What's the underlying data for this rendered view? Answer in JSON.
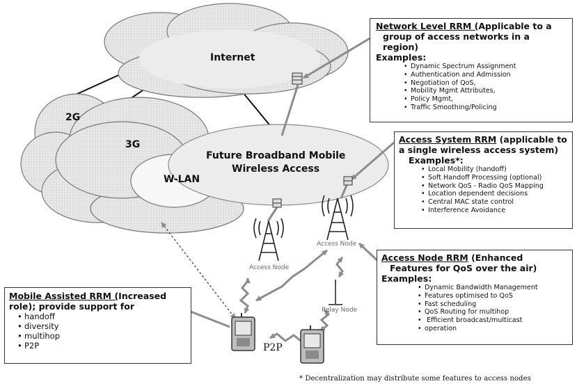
{
  "clouds": {
    "internet": "Internet",
    "g2": "2G",
    "g3": "3G",
    "wlan": "W-LAN",
    "future_line1": "Future Broadband Mobile",
    "future_line2": "Wireless Access"
  },
  "network_box": {
    "title_u": "Network Level RRM (",
    "title_rest": "Applicable to a",
    "title_line2": "group of access networks in a region)",
    "examples_label": "Examples:",
    "items": [
      "Dynamic Spectrum Assignment",
      "Authentication and Admission",
      "Negotiation of QoS,",
      "Mobility Mgmt Attributes,",
      "Policy Mgmt,",
      "Traffic Smoothing/Policing"
    ]
  },
  "access_system_box": {
    "title_u": "Access System RRM",
    "title_rest": " (applicable to",
    "title_line2": "a single wireless access system)",
    "examples_label": "Examples*:",
    "items": [
      "Local Mobility (handoff)",
      "Soft Handoff Processing (optional)",
      "Network QoS - Radio QoS Mapping",
      "Location dependent decisions",
      "Central MAC state control",
      "Interference Avoidance"
    ]
  },
  "access_node_box": {
    "title_u": "Access Node RRM",
    "title_rest": " (Enhanced",
    "title_line2": "Features for QoS over the air)",
    "examples_label": "Examples:",
    "items": [
      "Dynamic Bandwidth Management",
      "Features optimised to QoS",
      "Fast scheduling",
      "QoS Routing for multihop",
      " Efficient broadcast/multicast",
      "operation"
    ]
  },
  "mobile_box": {
    "title_u": "Mobile Assisted RRM (",
    "title_rest": "Increased",
    "title_line2": "role); provide support for",
    "items": [
      "handoff",
      "diversity",
      "multihop",
      "P2P"
    ]
  },
  "labels": {
    "access_node_1": "Access Node",
    "access_node_2": "Access Node",
    "relay_node": "Relay  Node",
    "p2p": "P2P"
  },
  "footnote": "*  Decentralization may distribute some features to access nodes",
  "colors": {
    "cloud": "#dcdcdc",
    "cloud_light": "#ececec",
    "cloud_white": "#f7f7f7",
    "arrow": "#8c8c8c",
    "tower": "#222222"
  }
}
